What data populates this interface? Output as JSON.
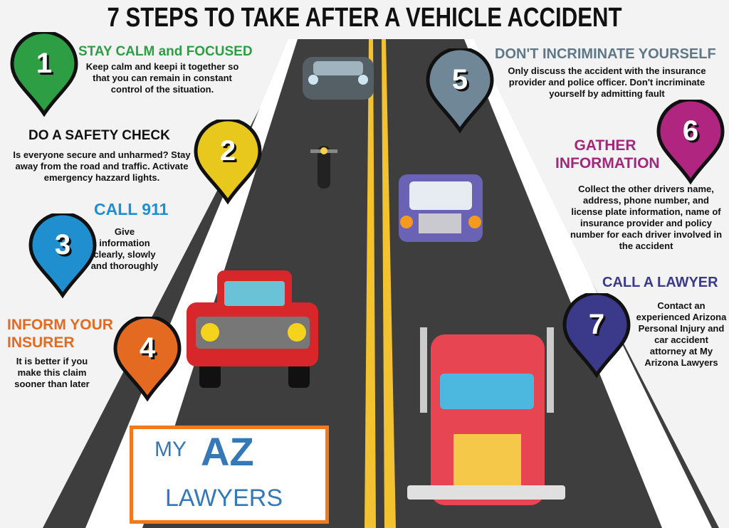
{
  "title": "7 STEPS TO TAKE AFTER A VEHICLE ACCIDENT",
  "steps": [
    {
      "num": "1",
      "heading": "STAY CALM and FOCUSED",
      "text": "Keep calm and keepi it together so that you can remain in constant control of the situation.",
      "color": "#2e9e45"
    },
    {
      "num": "2",
      "heading": "DO A SAFETY CHECK",
      "text": "Is everyone secure and unharmed? Stay away from the road and traffic. Activate emergency hazzard lights.",
      "color": "#e8c81c"
    },
    {
      "num": "3",
      "heading": "CALL 911",
      "text": "Give information clearly, slowly and thoroughly",
      "color": "#1f8fd0"
    },
    {
      "num": "4",
      "heading": "INFORM YOUR INSURER",
      "text": "It is better if you make this claim sooner than later",
      "color": "#e46a22"
    },
    {
      "num": "5",
      "heading": "DON'T INCRIMINATE YOURSELF",
      "text": "Only discuss the accident with the insurance provider and police officer. Don't incriminate yourself by admitting fault",
      "color": "#6f8796"
    },
    {
      "num": "6",
      "heading": "GATHER INFORMATION",
      "text": "Collect the other drivers name, address, phone number, and license plate information, name of insurance provider and policy number for each driver involved in the accident",
      "color": "#b0257f"
    },
    {
      "num": "7",
      "heading": "CALL A LAWYER",
      "text": "Contact an experienced Arizona Personal Injury and car accident attorney at My Arizona Lawyers",
      "color": "#3b3a8a"
    }
  ],
  "logo": {
    "line1": "MY",
    "line2": "AZ",
    "line3": "LAWYERS"
  }
}
